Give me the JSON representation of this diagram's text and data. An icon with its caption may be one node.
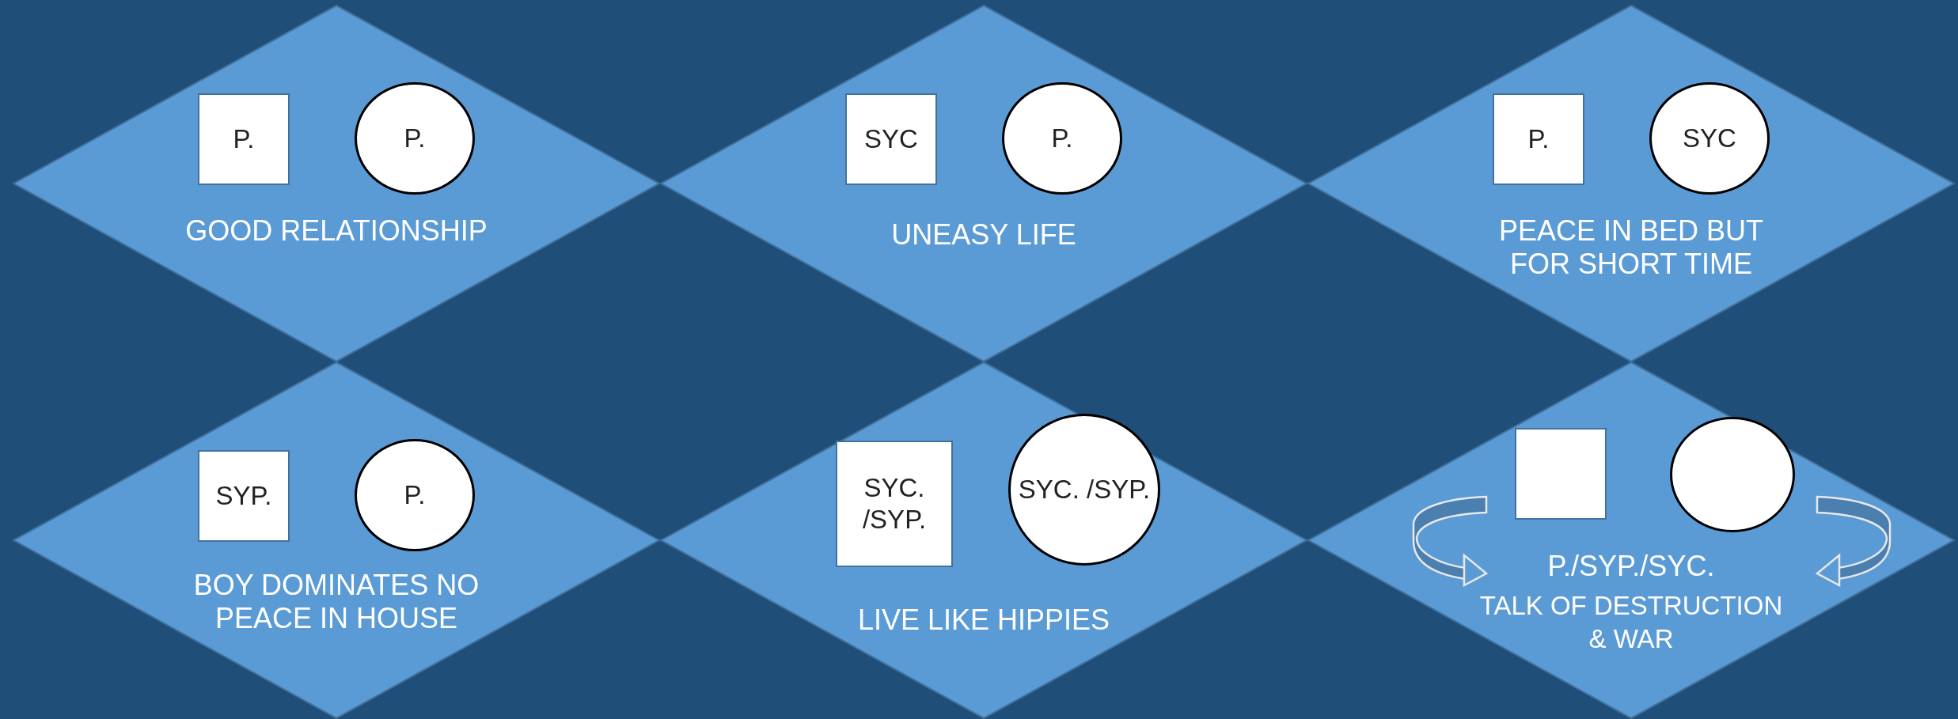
{
  "diagram": {
    "nodes": [
      {
        "text": [
          "GOOD RELATIONSHIP"
        ]
      },
      {
        "text": [
          "P."
        ],
        "in": 0
      },
      {
        "text": [
          "P."
        ],
        "in": 0
      },
      {
        "text": [
          "UNEASY LIFE"
        ]
      },
      {
        "text": [
          "SYC"
        ],
        "in": 3
      },
      {
        "text": [
          "P."
        ],
        "in": 3
      },
      {
        "text": [
          "PEACE IN BED BUT FOR SHORT TIME"
        ]
      },
      {
        "text": [
          "P."
        ],
        "in": 6
      },
      {
        "text": [
          "SYC"
        ],
        "in": 6
      },
      {
        "text": [
          "BOY DOMINATES NO PEACE IN HOUSE"
        ]
      },
      {
        "text": [
          "SYP."
        ],
        "in": 9
      },
      {
        "text": [
          "P."
        ],
        "in": 9
      },
      {
        "text": [
          "LIVE LIKE HIPPIES"
        ]
      },
      {
        "text": [
          "SYC. /SYP."
        ],
        "in": 12
      },
      {
        "text": [
          "SYC. /SYP."
        ],
        "in": 12
      },
      {
        "text": [
          "P./SYP./SYC.",
          "TALK OF DESTRUCTION & WAR"
        ]
      },
      {
        "text": [],
        "shape": "box",
        "in": 15
      },
      {
        "text": [],
        "shape": "circle",
        "in": 15
      }
    ]
  }
}
